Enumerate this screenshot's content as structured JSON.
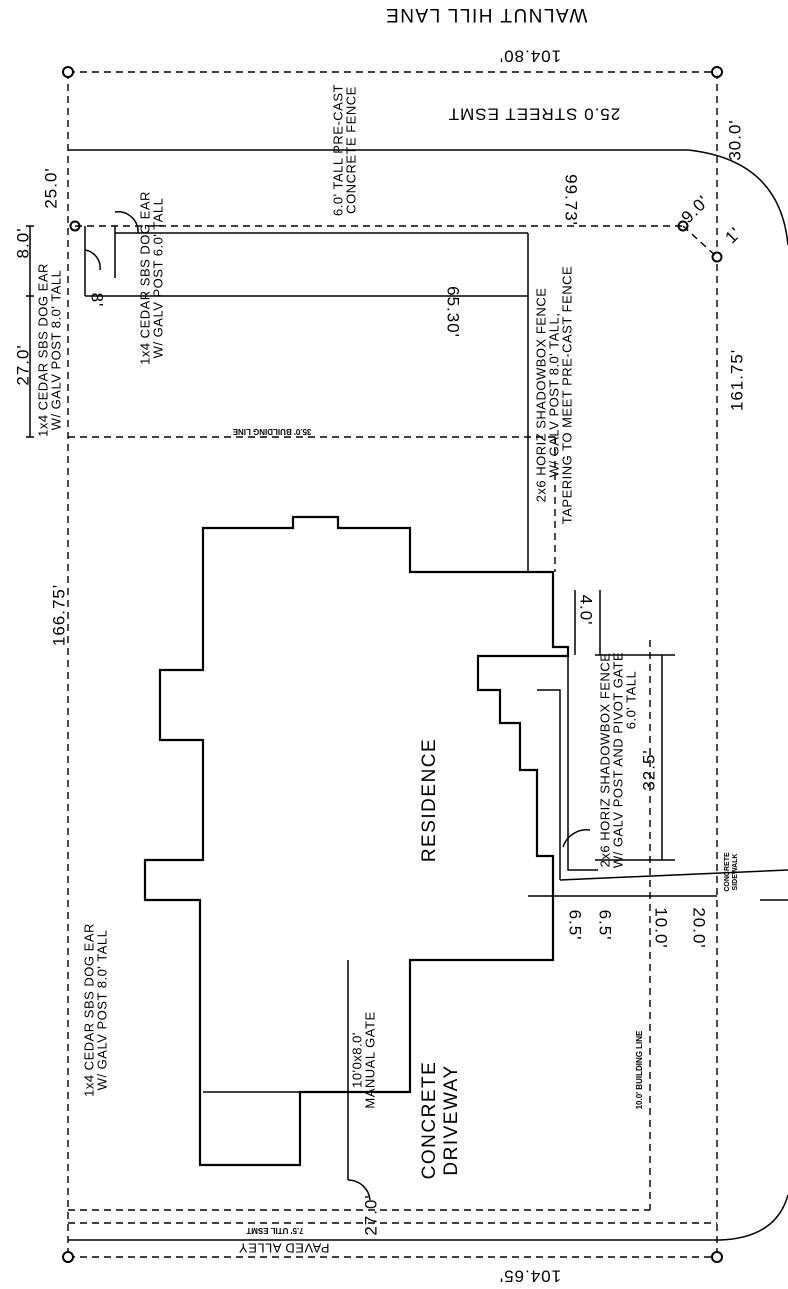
{
  "labels": {
    "street": "WALNUT HILL LANE",
    "top_width": "104.80'",
    "bottom_width": "104.65'",
    "street_esmt": "25.0 STREET ESMT",
    "dim_30": "30.0'",
    "dim_25": "25.0'",
    "dim_8": "8.0'",
    "dim_27_top": "27.0'",
    "dim_99": "99.73'",
    "dim_65": "65.30'",
    "dim_9": "9.0'",
    "dim_1": "1'",
    "dim_8b": "8'",
    "left_depth": "166.75'",
    "right_depth": "161.75'",
    "concrete_fence_1": "6.0' TALL PRE-CAST",
    "concrete_fence_2": "CONCRETE FENCE",
    "cedar_a_1": "1x4 CEDAR SBS DOG EAR",
    "cedar_a_2": "W/ GALV POST 8.0' TALL",
    "cedar_b_1": "1x4 CEDAR SBS DOG EAR",
    "cedar_b_2": "W/ GALV POST 6.0' TALL",
    "shadow_a_1": "2x6 HORIZ SHADOWBOX FENCE",
    "shadow_a_2": "W/ GALV POST 8.0' TALL,",
    "shadow_a_3": "TAPERING TO MEET PRE-CAST FENCE",
    "building_line_35": "35.0' BUILDING LINE",
    "dim_4": "4.0'",
    "shadow_b_1": "2x6 HORIZ SHADOWBOX FENCE",
    "shadow_b_2": "W/ GALV POST AND PIVOT GATE",
    "shadow_b_3": "6.0' TALL",
    "dim_32": "32.5'",
    "residence": "RESIDENCE",
    "sidewalk_1": "CONCRETE",
    "sidewalk_2": "SIDEWALK",
    "dim_65b": "6.5'",
    "dim_6": "6.5'",
    "dim_10": "10.0'",
    "dim_20": "20.0'",
    "cedar_c_1": "1x4 CEDAR SBS DOG EAR",
    "cedar_c_2": "W/ GALV POST 8.0' TALL",
    "manual_gate_1": "10'0x8.0'",
    "manual_gate_2": "MANUAL GATE",
    "building_line_10": "10.0' BUILDING LINE",
    "driveway_1": "CONCRETE",
    "driveway_2": "DRIVEWAY",
    "dim_27_bottom": "27.0'",
    "util_esmt": "7.5' UTIL ESMT",
    "alley": "PAVED ALLEY"
  }
}
